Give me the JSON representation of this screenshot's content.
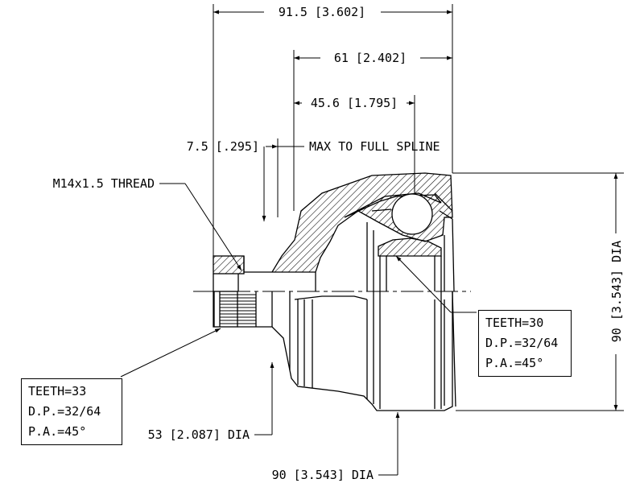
{
  "dimensions": {
    "overall_length": "91.5 [3.602]",
    "body_length": "61 [2.402]",
    "spline_length": "45.6 [1.795]",
    "thread_offset": "7.5 [.295]",
    "spline_note": "MAX TO FULL SPLINE",
    "thread": "M14x1.5 THREAD",
    "outer_dia_right": "90 [3.543] DIA",
    "shaft_dia": "53 [2.087] DIA",
    "outer_dia_bottom": "90 [3.543] DIA"
  },
  "inner_spline": {
    "teeth": "TEETH=30",
    "dp": "D.P.=32/64",
    "pa": "P.A.=45°"
  },
  "outer_spline": {
    "teeth": "TEETH=33",
    "dp": "D.P.=32/64",
    "pa": "P.A.=45°"
  }
}
